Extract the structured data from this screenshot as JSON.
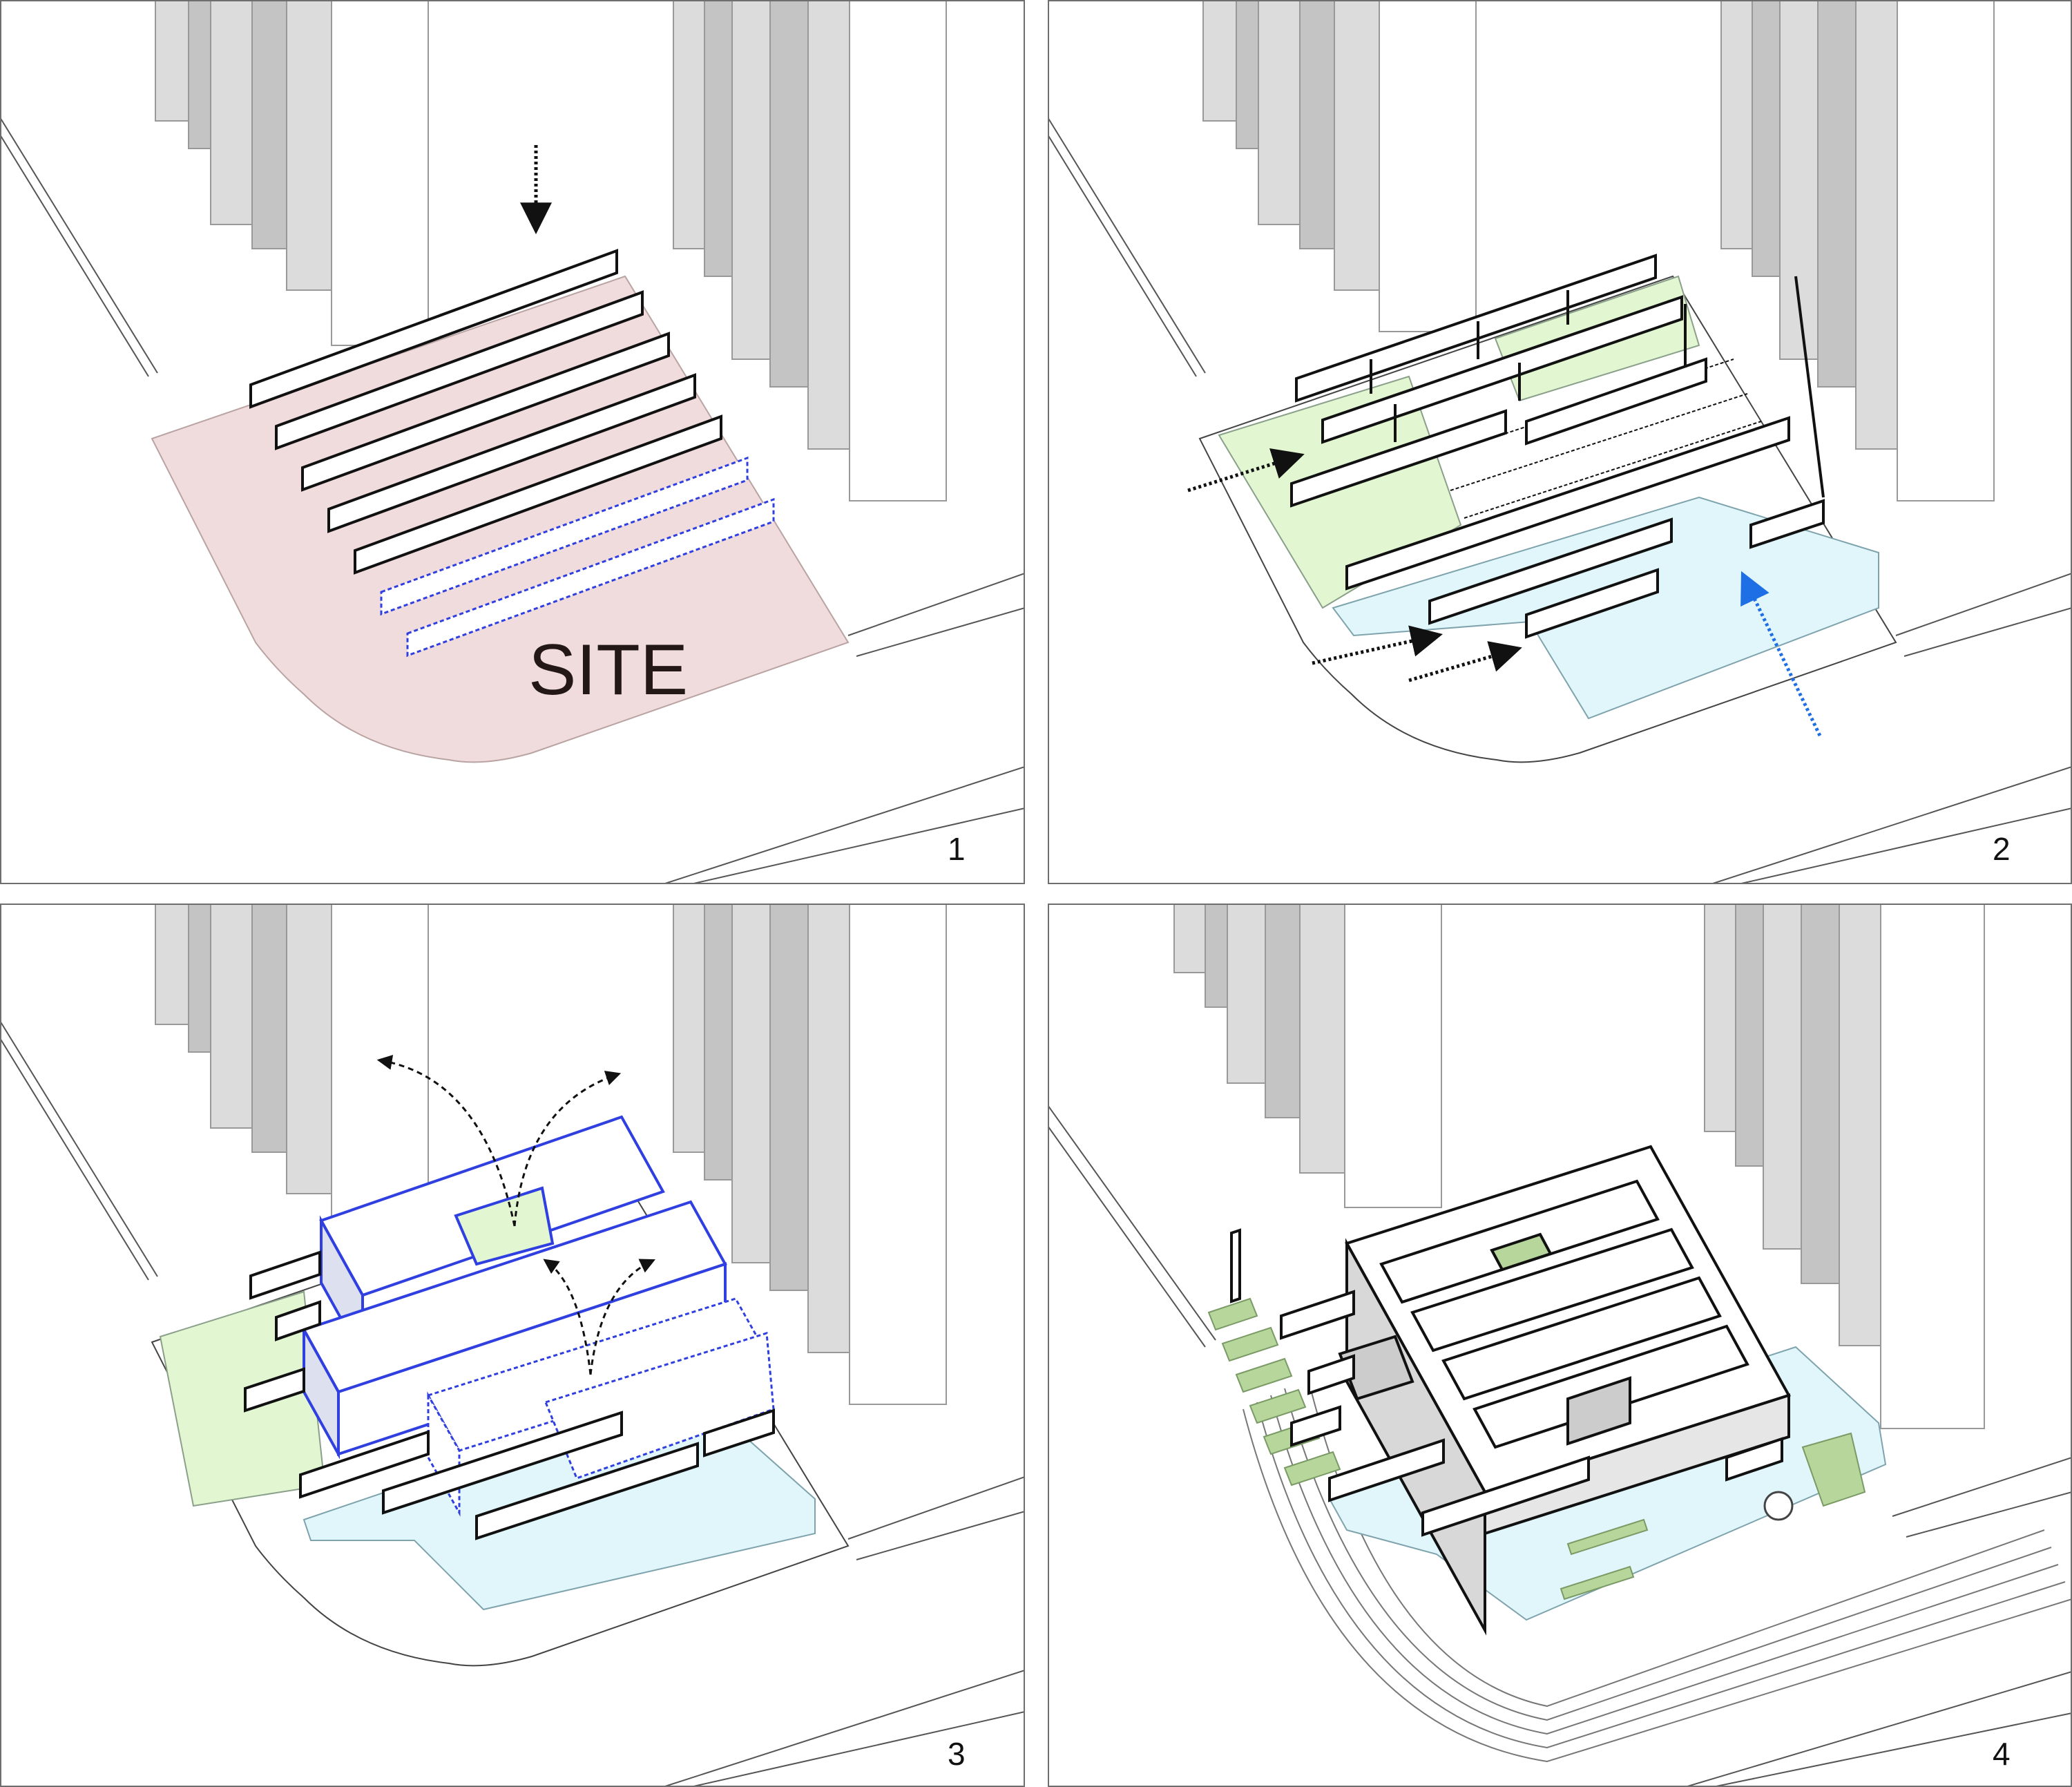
{
  "panels": [
    {
      "number": "1",
      "site_label": "SITE"
    },
    {
      "number": "2"
    },
    {
      "number": "3"
    },
    {
      "number": "4"
    }
  ],
  "colors": {
    "frame": "#6e6e6e",
    "tower_fill": "#dcdcdc",
    "tower_dark": "#c4c4c4",
    "site_pink": "#f0dcdc",
    "garden_green": "#e2f6d2",
    "water_blue": "#e0f6fb",
    "blue_outline": "#2f3fe0",
    "arrow_blue": "#1e6fe6",
    "lawn_green": "#b7d69b",
    "ink": "#111111"
  },
  "icons": [
    "arrow-down-icon",
    "arrow-right-icon",
    "arrow-up-icon",
    "curved-arrow-icon"
  ]
}
